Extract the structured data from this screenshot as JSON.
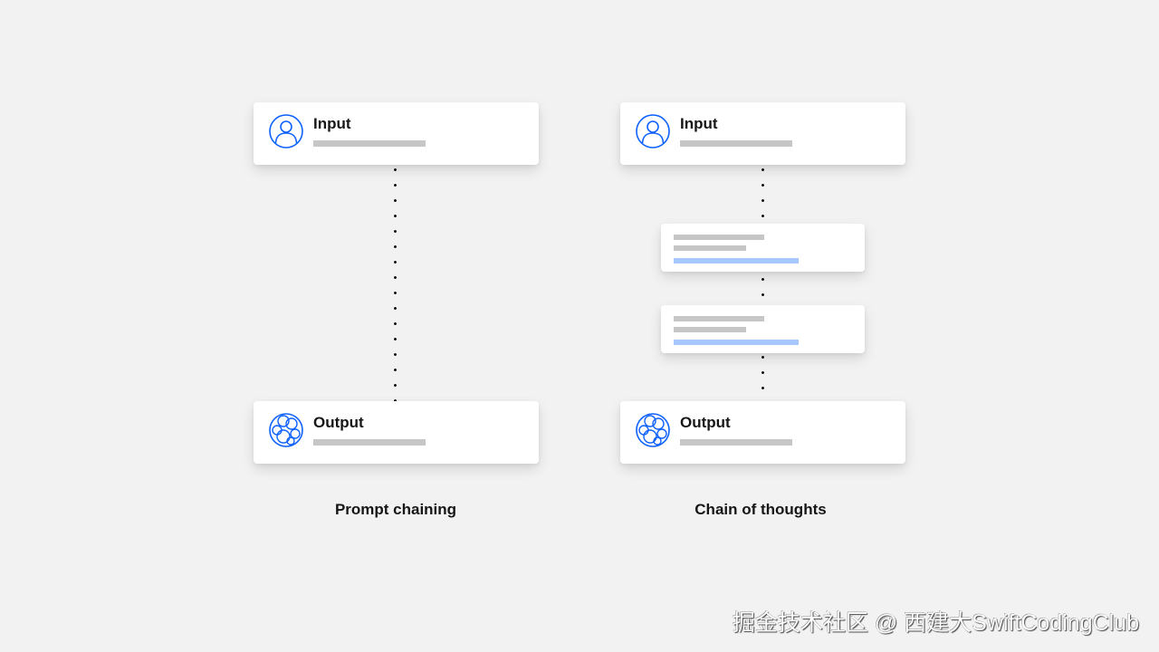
{
  "diagrams": [
    {
      "caption": "Prompt chaining",
      "input": {
        "title": "Input",
        "icon": "user-icon"
      },
      "output": {
        "title": "Output",
        "icon": "network-circles-icon"
      },
      "steps": []
    },
    {
      "caption": "Chain of thoughts",
      "input": {
        "title": "Input",
        "icon": "user-icon"
      },
      "output": {
        "title": "Output",
        "icon": "network-circles-icon"
      },
      "steps": [
        {
          "lines": [
            "placeholder",
            "placeholder",
            "highlighted"
          ]
        },
        {
          "lines": [
            "placeholder",
            "placeholder",
            "highlighted"
          ]
        }
      ]
    }
  ],
  "colors": {
    "accent": "#0f62fe",
    "placeholder": "#c6c6c6",
    "highlight": "#a6c8ff",
    "background": "#f2f2f2"
  },
  "watermark": "掘金技术社区 @ 西建大SwiftCodingClub"
}
